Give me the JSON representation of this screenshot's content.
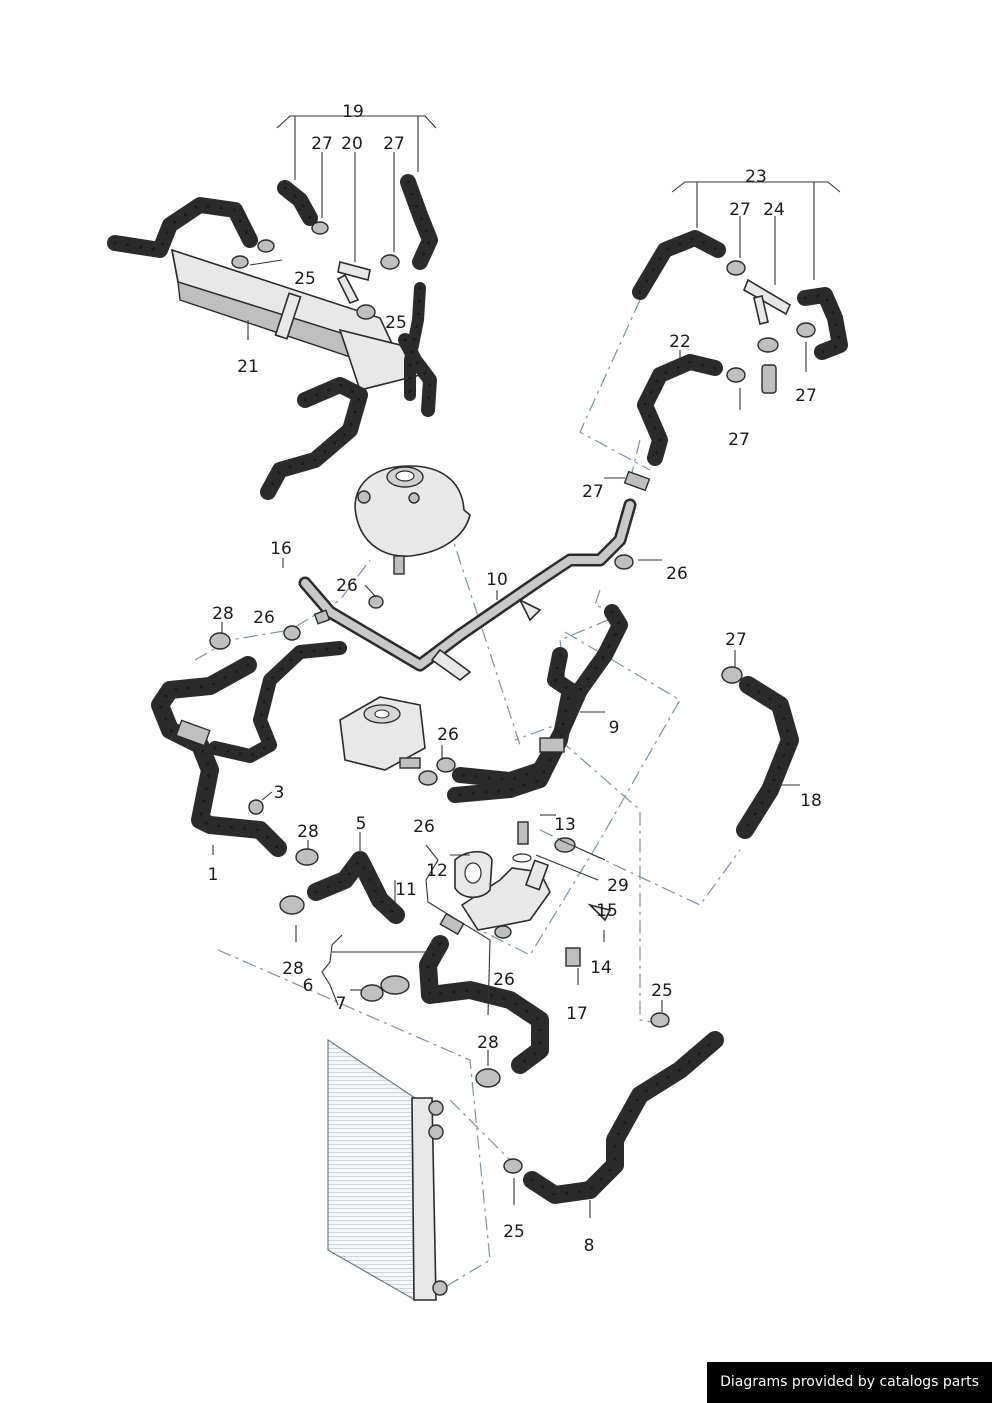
{
  "callouts": {
    "c1": "1",
    "c3": "3",
    "c5": "5",
    "c6": "6",
    "c7": "7",
    "c8": "8",
    "c9": "9",
    "c10": "10",
    "c11": "11",
    "c12": "12",
    "c13": "13",
    "c14": "14",
    "c15": "15",
    "c16": "16",
    "c17": "17",
    "c18": "18",
    "c19": "19",
    "c20": "20",
    "c21": "21",
    "c22": "22",
    "c23": "23",
    "c24": "24",
    "c25": "25",
    "c26": "26",
    "c27": "27",
    "c28": "28",
    "c29": "29"
  },
  "credit": "Diagrams provided by catalogs parts"
}
